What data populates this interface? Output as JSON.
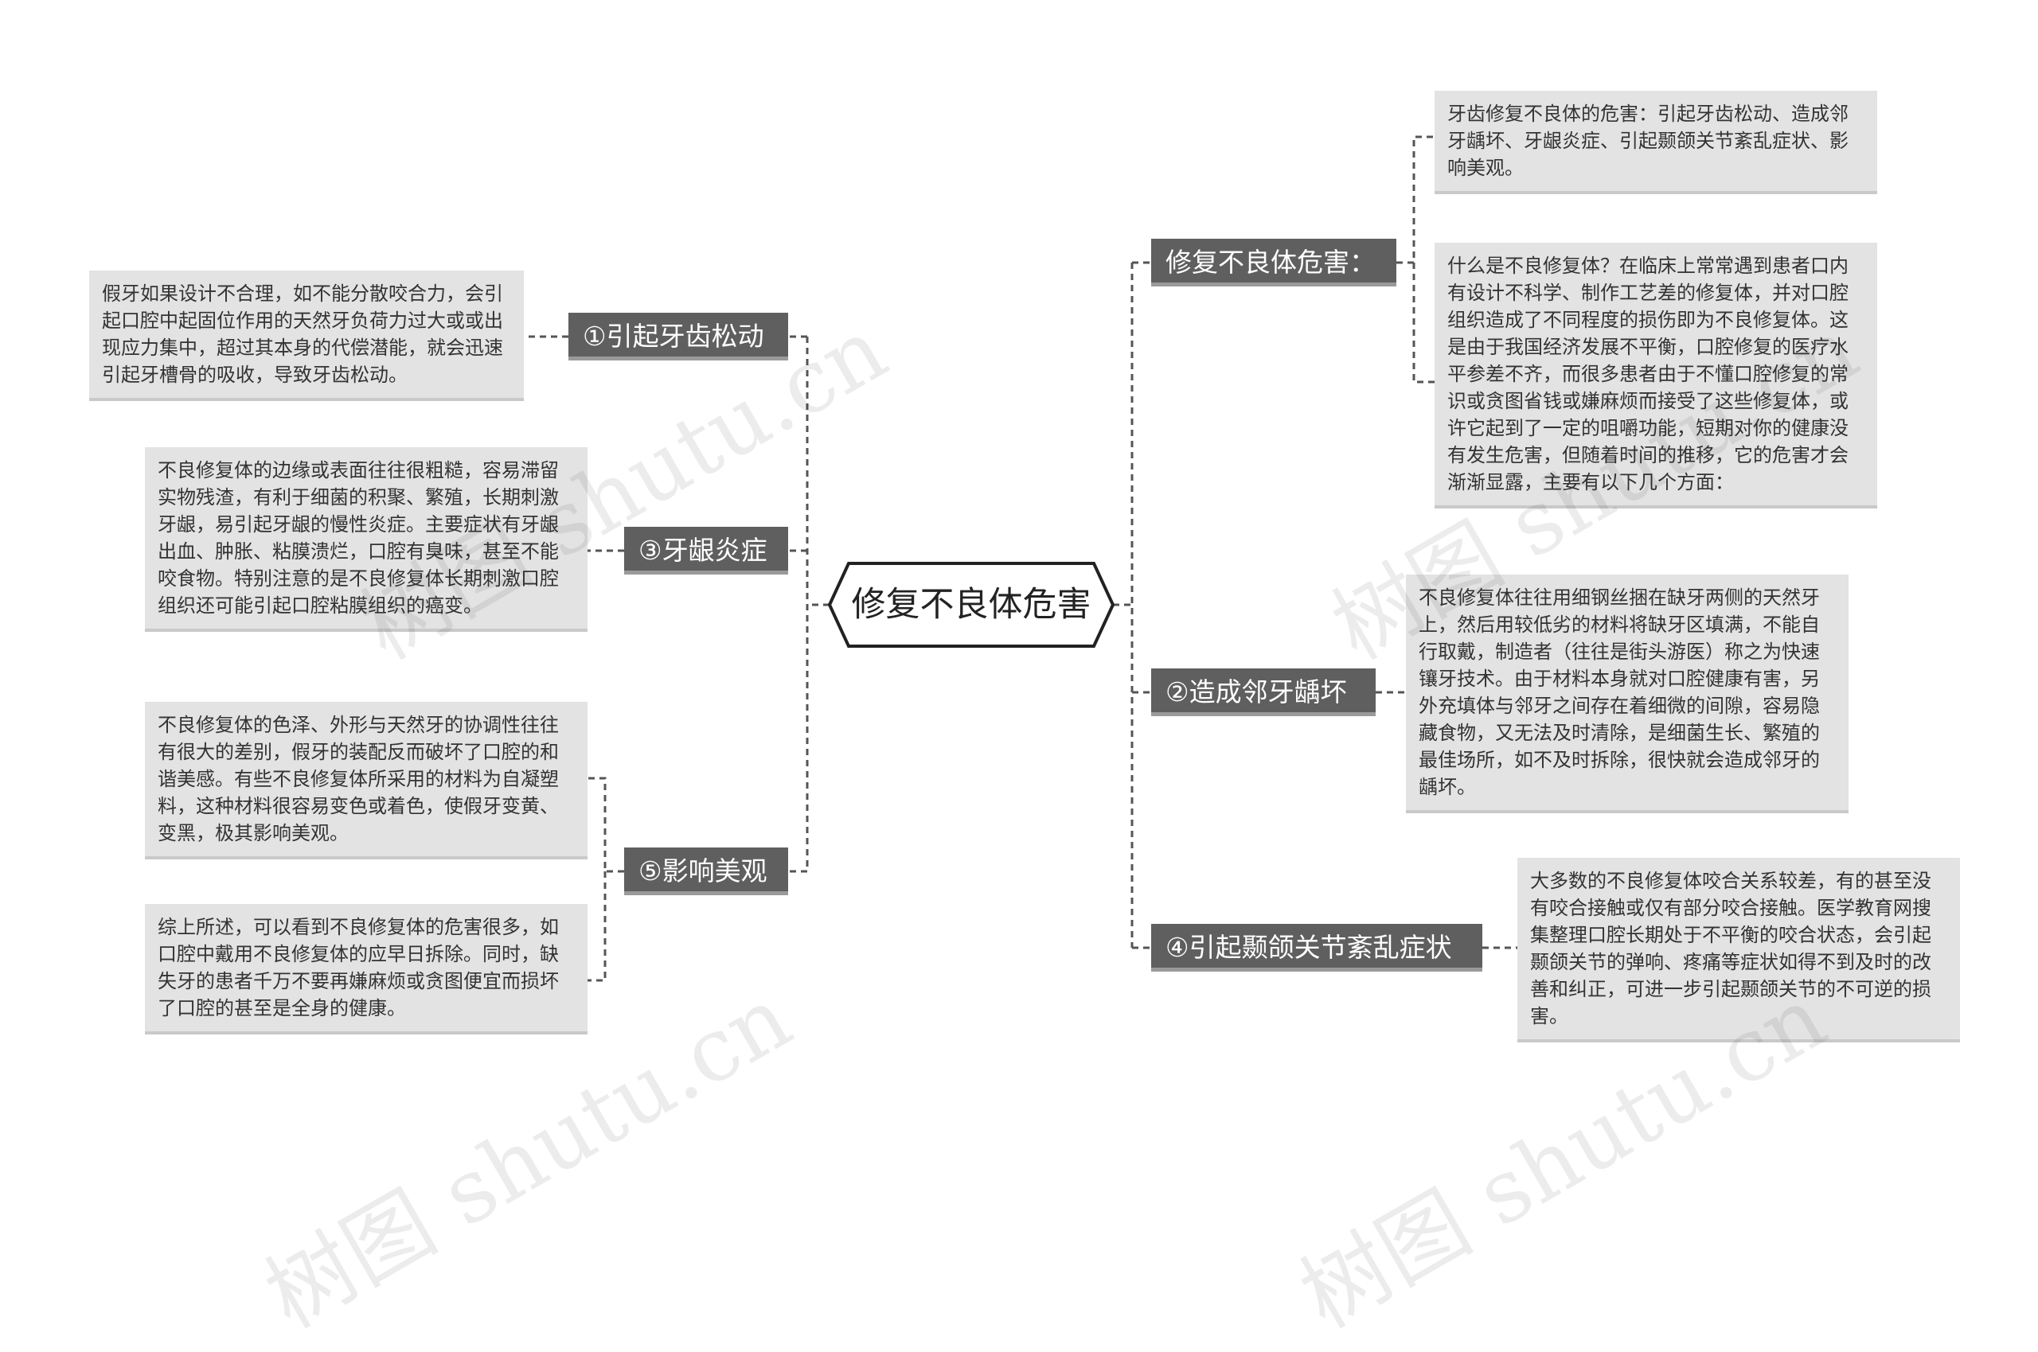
{
  "root": {
    "label": "修复不良体危害"
  },
  "branches": {
    "hazards": {
      "label": "修复不良体危害：",
      "notes": [
        "牙齿修复不良体的危害：引起牙齿松动、造成邻牙龋坏、牙龈炎症、引起颞颌关节紊乱症状、影响美观。",
        "什么是不良修复体？在临床上常常遇到患者口内有设计不科学、制作工艺差的修复体，并对口腔组织造成了不同程度的损伤即为不良修复体。这是由于我国经济发展不平衡，口腔修复的医疗水平参差不齐，而很多患者由于不懂口腔修复的常识或贪图省钱或嫌麻烦而接受了这些修复体，或许它起到了一定的咀嚼功能，短期对你的健康没有发生危害，但随着时间的推移，它的危害才会渐渐显露，主要有以下几个方面："
      ]
    },
    "loose": {
      "label": "①引起牙齿松动",
      "notes": [
        "假牙如果设计不合理，如不能分散咬合力，会引起口腔中起固位作用的天然牙负荷力过大或或出现应力集中，超过其本身的代偿潜能，就会迅速引起牙槽骨的吸收，导致牙齿松动。"
      ]
    },
    "caries": {
      "label": "②造成邻牙龋坏",
      "notes": [
        "不良修复体往往用细钢丝捆在缺牙两侧的天然牙上，然后用较低劣的材料将缺牙区填满，不能自行取戴，制造者（往往是街头游医）称之为快速镶牙技术。由于材料本身就对口腔健康有害，另外充填体与邻牙之间存在着细微的间隙，容易隐藏食物，又无法及时清除，是细菌生长、繁殖的最佳场所，如不及时拆除，很快就会造成邻牙的龋坏。"
      ]
    },
    "gum": {
      "label": "③牙龈炎症",
      "notes": [
        "不良修复体的边缘或表面往往很粗糙，容易滞留实物残渣，有利于细菌的积聚、繁殖，长期刺激牙龈，易引起牙龈的慢性炎症。主要症状有牙龈出血、肿胀、粘膜溃烂，口腔有臭味，甚至不能咬食物。特别注意的是不良修复体长期刺激口腔组织还可能引起口腔粘膜组织的癌变。"
      ]
    },
    "tmj": {
      "label": "④引起颞颌关节紊乱症状",
      "notes": [
        "大多数的不良修复体咬合关系较差，有的甚至没有咬合接触或仅有部分咬合接触。医学教育网搜集整理口腔长期处于不平衡的咬合状态，会引起颞颌关节的弹响、疼痛等症状如得不到及时的改善和纠正，可进一步引起颞颌关节的不可逆的损害。"
      ]
    },
    "beauty": {
      "label": "⑤影响美观",
      "notes": [
        "不良修复体的色泽、外形与天然牙的协调性往往有很大的差别，假牙的装配反而破坏了口腔的和谐美感。有些不良修复体所采用的材料为自凝塑料，这种材料很容易变色或着色，使假牙变黄、变黑，极其影响美观。",
        "综上所述，可以看到不良修复体的危害很多，如口腔中戴用不良修复体的应早日拆除。同时，缺失牙的患者千万不要再嫌麻烦或贪图便宜而损坏了口腔的甚至是全身的健康。"
      ]
    }
  },
  "watermark": {
    "text": "树图 shutu.cn"
  }
}
